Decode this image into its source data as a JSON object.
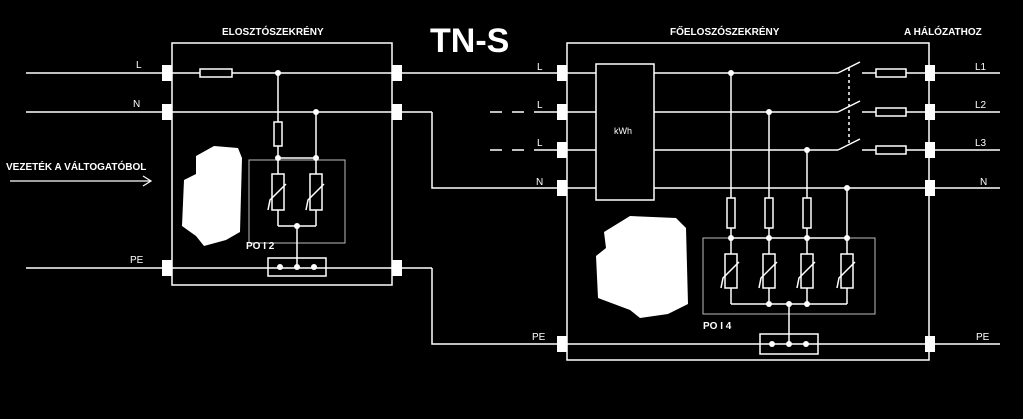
{
  "title": "TN-S",
  "left_panel": {
    "header": "ELOSZTÓSZEKRÉNY",
    "spd_label": "PO I 2"
  },
  "right_panel": {
    "header": "FŐELOSZÓSZEKRÉNY",
    "meter_label": "kWh",
    "spd_label": "PO I 4"
  },
  "network_header": "A HÁLÓZATHOZ",
  "incoming_label": "VEZETÉK A VÁLTOGATÓBOL",
  "left_line_labels": {
    "l": "L",
    "n": "N",
    "pe": "PE"
  },
  "right_in_labels": {
    "l1": "L",
    "l2": "L",
    "l3": "L",
    "n": "N",
    "pe": "PE"
  },
  "right_out_labels": {
    "l1": "L1",
    "l2": "L2",
    "l3": "L3",
    "n": "N",
    "pe": "PE"
  },
  "colors": {
    "background": "#000000",
    "line": "#ffffff",
    "thin_frame": "#bbbbbb"
  }
}
